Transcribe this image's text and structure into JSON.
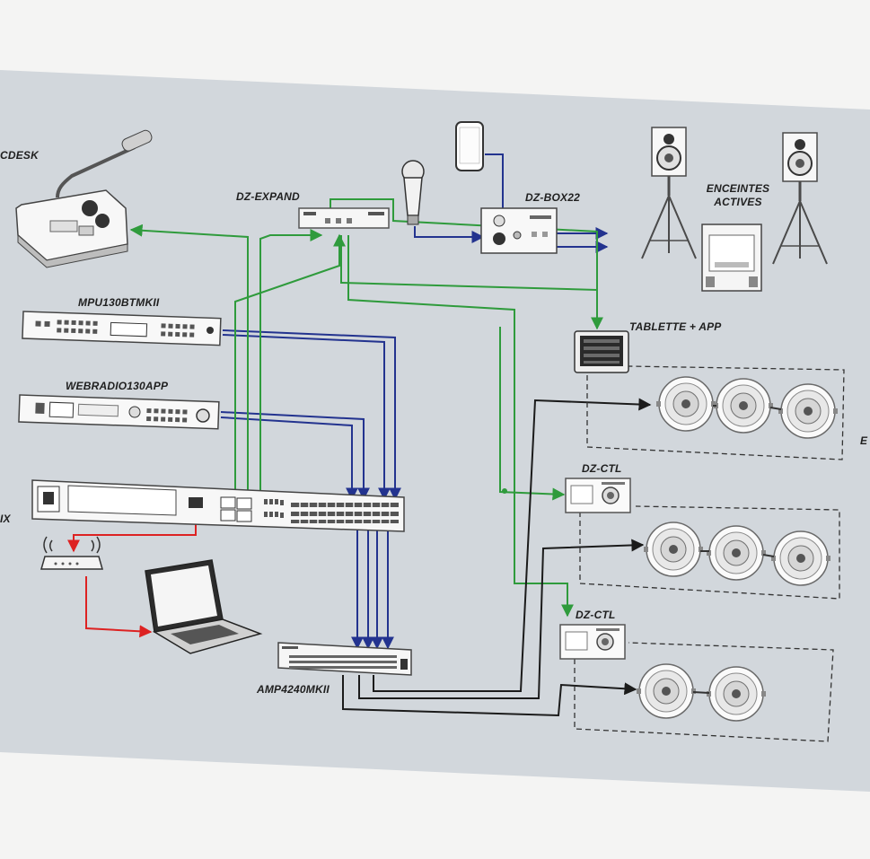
{
  "labels": {
    "desk": "CDESK",
    "expand": "DZ-EXPAND",
    "box22": "DZ-BOX22",
    "speakers_line1": "ENCEINTES",
    "speakers_line2": "ACTIVES",
    "mpu": "MPU130BTMKII",
    "webradio": "WEBRADIO130APP",
    "tablet": "TABLETTE + APP",
    "ctl1": "DZ-CTL",
    "ctl2": "DZ-CTL",
    "amp": "AMP4240MKII",
    "matrix_partial": "IX",
    "zone_partial": "E"
  },
  "colors": {
    "green_link": "#2f9b3c",
    "blue_link": "#23338f",
    "red_link": "#dd2222",
    "black_link": "#1b1b1b",
    "panel": "#d2d7dc",
    "page": "#f4f4f3"
  },
  "devices": [
    {
      "name": "desk-microphone-icon"
    },
    {
      "name": "dz-expand-unit"
    },
    {
      "name": "phone-icon"
    },
    {
      "name": "handheld-microphone-icon"
    },
    {
      "name": "dz-box22-unit"
    },
    {
      "name": "active-speaker-icon"
    },
    {
      "name": "subwoofer-icon"
    },
    {
      "name": "mpu130btmkii-rack"
    },
    {
      "name": "webradio130app-rack"
    },
    {
      "name": "tablet-icon"
    },
    {
      "name": "matrix-rack"
    },
    {
      "name": "dz-ctl-panel"
    },
    {
      "name": "router-icon"
    },
    {
      "name": "laptop-icon"
    },
    {
      "name": "amp4240mkii-rack"
    },
    {
      "name": "ceiling-speaker-icon"
    }
  ]
}
